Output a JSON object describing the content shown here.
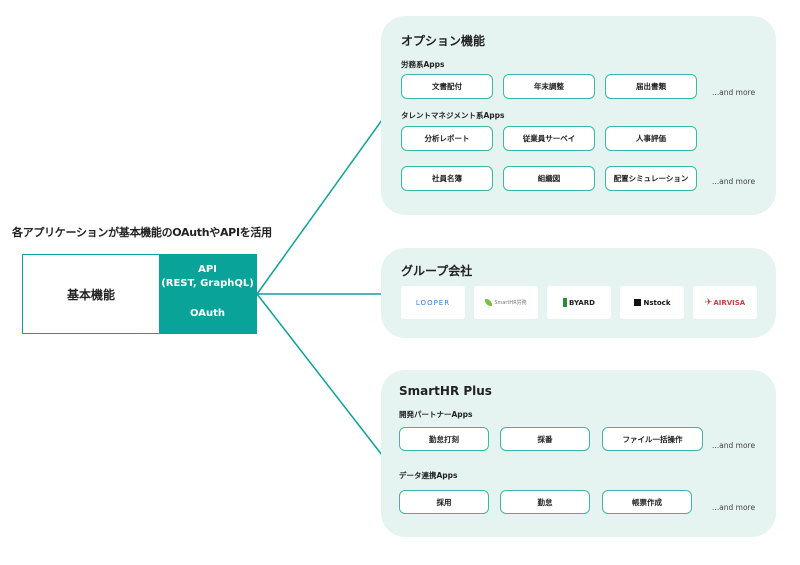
{
  "caption": "各アプリケーションが基本機能のOAuthやAPIを活用",
  "core": {
    "label": "基本機能",
    "api_line1": "API",
    "api_line2": "(REST, GraphQL)",
    "oauth": "OAuth"
  },
  "options": {
    "title": "オプション機能",
    "group1_label": "労務系Apps",
    "group1_items": [
      "文書配付",
      "年末調整",
      "届出書類"
    ],
    "group2_label": "タレントマネジメント系Apps",
    "group2_row1": [
      "分析レポート",
      "従業員サーベイ",
      "人事評価"
    ],
    "group2_row2": [
      "社員名簿",
      "組織図",
      "配置シミュレーション"
    ],
    "more": "...and more"
  },
  "group_companies": {
    "title": "グループ会社",
    "logos": [
      "LOOPER",
      "SmartHR労務",
      "BYARD",
      "Nstock",
      "AIRVISA"
    ]
  },
  "plus": {
    "title": "SmartHR Plus",
    "group1_label": "開発パートナーApps",
    "group1_items": [
      "勤怠打刻",
      "採番",
      "ファイル一括操作"
    ],
    "group2_label": "データ連携Apps",
    "group2_items": [
      "採用",
      "勤怠",
      "帳票作成"
    ],
    "more": "...and more"
  },
  "colors": {
    "accent": "#0aa39a",
    "panel_bg": "#e6f4f1",
    "pill_border": "#3cb6aa",
    "byard": "#2e8a3c",
    "airvisa": "#d23a45"
  }
}
